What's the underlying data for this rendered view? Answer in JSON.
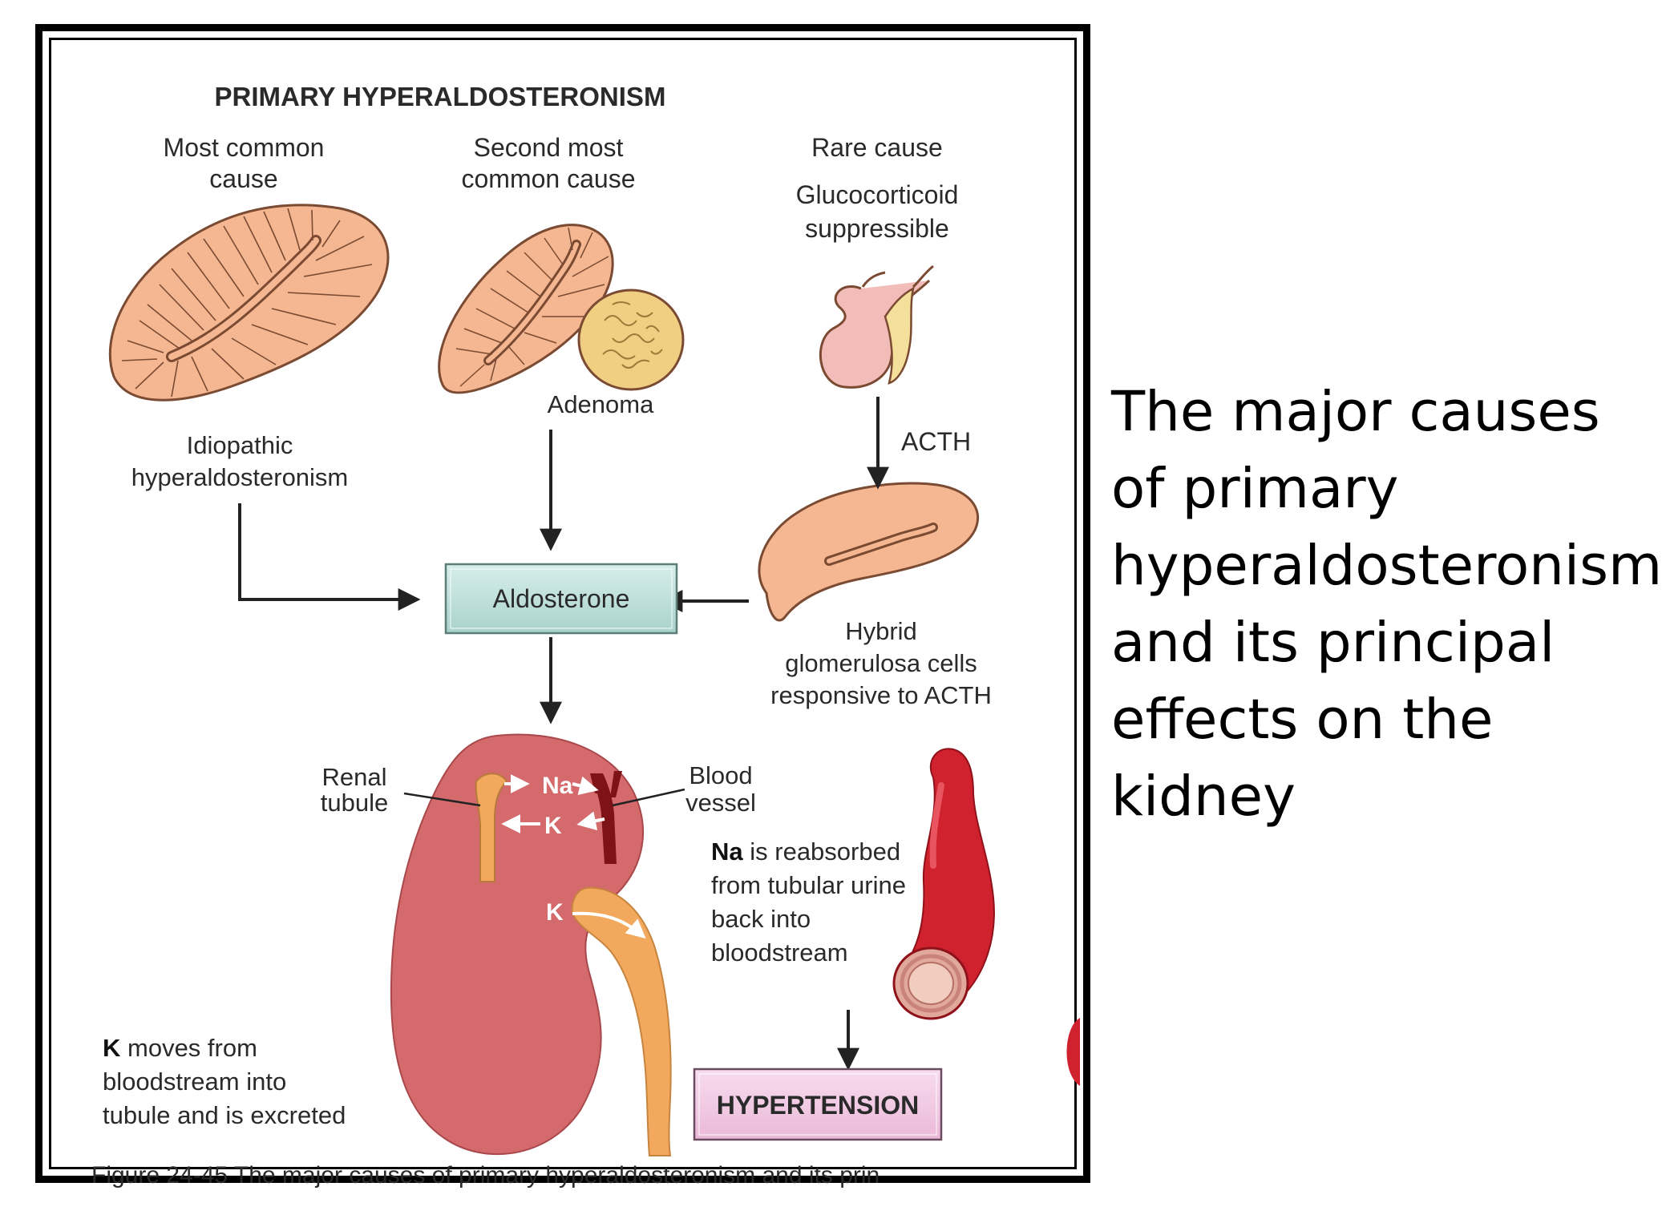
{
  "diagram": {
    "title": "PRIMARY HYPERALDOSTERONISM",
    "causes": {
      "most_common": [
        "Most common",
        "cause"
      ],
      "second_most_common": [
        "Second most",
        "common cause"
      ],
      "rare": [
        "Rare cause"
      ],
      "rare_sub": [
        "Glucocorticoid",
        "suppressible"
      ]
    },
    "labels": {
      "idiopathic": [
        "Idiopathic",
        "hyperaldosteronism"
      ],
      "adenoma": "Adenoma",
      "acth": "ACTH",
      "hybrid": [
        "Hybrid",
        "glomerulosa cells",
        "responsive to ACTH"
      ],
      "aldosterone": "Aldosterone",
      "renal_tubule": [
        "Renal",
        "tubule"
      ],
      "blood_vessel": [
        "Blood",
        "vessel"
      ],
      "na": "Na",
      "k": "K",
      "na_note_bold": "Na",
      "na_note_rest": " is reabsorbed",
      "na_note_lines": [
        "from tubular urine",
        "back into",
        "bloodstream"
      ],
      "k_note_bold": "K",
      "k_note_rest": " moves from",
      "k_note_lines": [
        "bloodstream into",
        "tubule and is excreted"
      ],
      "hypertension": "HYPERTENSION",
      "figure_caption_cut": "Figure 24-45 The major causes of primary hyperaldosteronism and its prin"
    },
    "colors": {
      "adrenal": "#f5b791",
      "adrenal_stroke": "#7a4a32",
      "kidney": "#d46a6c",
      "tubule": "#f2a95e",
      "vessel": "#d0212f",
      "aldosterone_box": "#bfe0dc",
      "hypertension_box": "#f3cde6"
    }
  },
  "caption": "The major causes of primary hyperaldosteronism and its principal effects on the kidney"
}
